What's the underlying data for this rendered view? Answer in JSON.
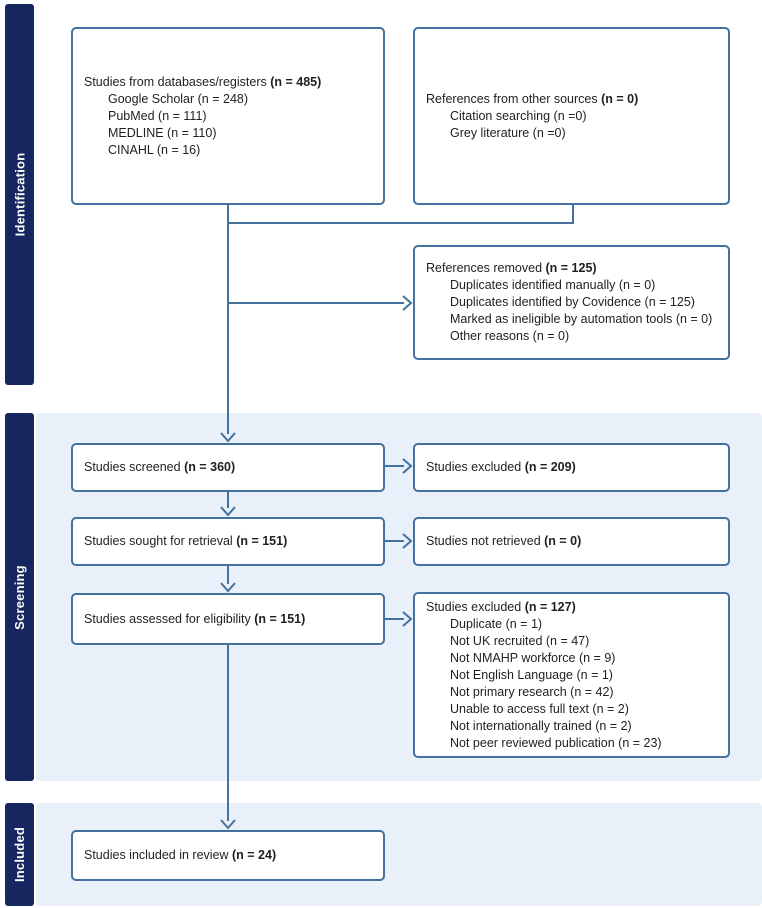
{
  "sections": {
    "identification": {
      "label": "Identification"
    },
    "screening": {
      "label": "Screening"
    },
    "included": {
      "label": "Included"
    }
  },
  "boxes": {
    "databases": {
      "title": "Studies from databases/registers",
      "n": "(n = 485)",
      "items": [
        "Google Scholar (n = 248)",
        "PubMed (n = 111)",
        "MEDLINE (n = 110)",
        "CINAHL (n = 16)"
      ]
    },
    "other_sources": {
      "title": "References from other sources",
      "n": "(n = 0)",
      "items": [
        "Citation searching (n =0)",
        "Grey literature (n =0)"
      ]
    },
    "references_removed": {
      "title": "References removed",
      "n": "(n = 125)",
      "items": [
        "Duplicates identified manually (n = 0)",
        "Duplicates identified by Covidence (n = 125)",
        "Marked as ineligible by automation tools (n = 0)",
        "Other reasons (n = 0)"
      ]
    },
    "screened": {
      "title": "Studies screened",
      "n": "(n = 360)"
    },
    "excluded_screening": {
      "title": "Studies excluded",
      "n": "(n = 209)"
    },
    "sought": {
      "title": "Studies sought for retrieval",
      "n": "(n = 151)"
    },
    "not_retrieved": {
      "title": "Studies not retrieved",
      "n": "(n = 0)"
    },
    "assessed": {
      "title": "Studies assessed for eligibility",
      "n": "(n = 151)"
    },
    "excluded_eligibility": {
      "title": "Studies excluded",
      "n": "(n = 127)",
      "items": [
        "Duplicate (n = 1)",
        "Not UK recruited (n = 47)",
        "Not NMAHP workforce (n = 9)",
        "Not English Language (n = 1)",
        "Not primary research (n = 42)",
        "Unable to access full text (n = 2)",
        "Not internationally trained (n = 2)",
        "Not peer reviewed publication (n = 23)"
      ]
    },
    "included_review": {
      "title": "Studies included in review",
      "n": "(n = 24)"
    }
  },
  "colors": {
    "sidebar_navy": "#15275e",
    "box_border": "#44719e",
    "connector": "#44719e",
    "panel_light_blue": "#e9f0fa",
    "text": "#1f1f1f"
  }
}
